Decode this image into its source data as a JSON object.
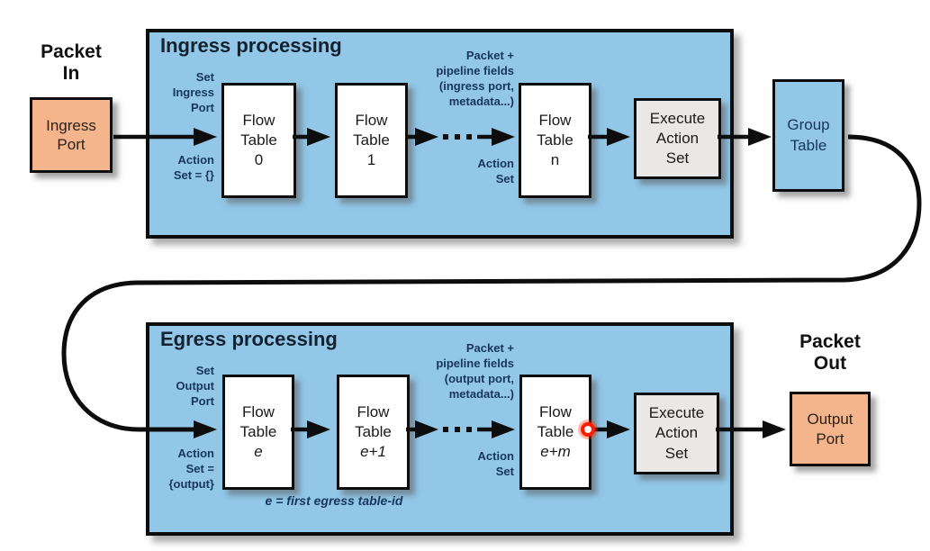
{
  "colors": {
    "section_blue": "#92c7e8",
    "port_salmon": "#f4b58c",
    "execute_gray": "#e9e8e6",
    "border_black": "#0d0d0d",
    "label_navy": "#17365d",
    "marker_red": "#ff1a00"
  },
  "packet_in_label": "Packet\nIn",
  "ingress_port_label": "Ingress\nPort",
  "group_table_label": "Group\nTable",
  "packet_out_label": "Packet\nOut",
  "output_port_label": "Output\nPort",
  "ingress": {
    "title": "Ingress processing",
    "set_port_label": "Set\nIngress\nPort",
    "initial_action_set_label": "Action\nSet = {}",
    "pipeline_fields_label": "Packet +\npipeline fields\n(ingress port,\nmetadata...)",
    "action_set_label": "Action\nSet",
    "flow_tables": [
      {
        "name": "Flow\nTable",
        "index": "0"
      },
      {
        "name": "Flow\nTable",
        "index": "1"
      },
      {
        "name": "Flow\nTable",
        "index": "n"
      }
    ],
    "execute_label": "Execute\nAction\nSet"
  },
  "egress": {
    "title": "Egress processing",
    "set_port_label": "Set\nOutput\nPort",
    "initial_action_set_label": "Action\nSet =\n{output}",
    "pipeline_fields_label": "Packet +\npipeline fields\n(output port,\nmetadata...)",
    "action_set_label": "Action\nSet",
    "flow_tables": [
      {
        "name": "Flow\nTable",
        "index": "e"
      },
      {
        "name": "Flow\nTable",
        "index": "e+1"
      },
      {
        "name": "Flow\nTable",
        "index": "e+m"
      }
    ],
    "execute_label": "Execute\nAction\nSet",
    "note": "e = first egress table-id"
  }
}
